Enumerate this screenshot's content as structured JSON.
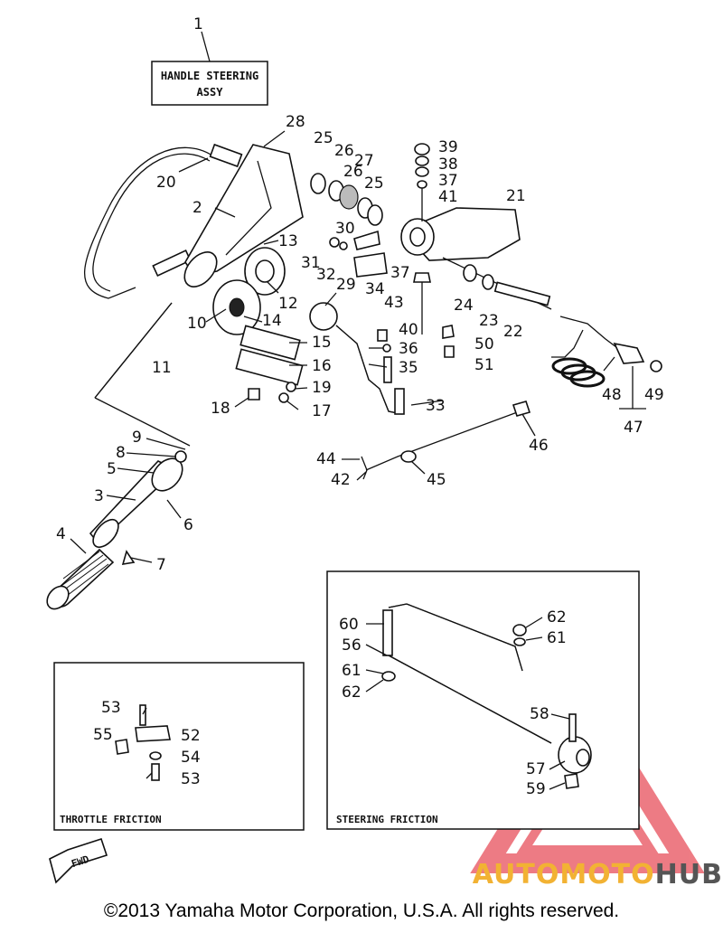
{
  "title_box": {
    "line1": "HANDLE STEERING",
    "line2": "ASSY"
  },
  "sub_assemblies": {
    "throttle_friction": "THROTTLE FRICTION",
    "steering_friction": "STEERING FRICTION"
  },
  "fwd_label": "FWD",
  "copyright": "©2013 Yamaha Motor Corporation, U.S.A. All rights reserved.",
  "watermark": {
    "part1": "AUTO",
    "part2": "MOTO",
    "part3": "HUB"
  },
  "colors": {
    "watermark_red": "#e8505b",
    "watermark_gold": "#f2b233",
    "watermark_gray": "#555555"
  },
  "callouts": [
    "1",
    "2",
    "3",
    "4",
    "5",
    "6",
    "7",
    "8",
    "9",
    "10",
    "11",
    "12",
    "13",
    "14",
    "15",
    "16",
    "17",
    "18",
    "19",
    "20",
    "21",
    "22",
    "23",
    "24",
    "25",
    "25",
    "26",
    "26",
    "27",
    "28",
    "29",
    "30",
    "31",
    "32",
    "33",
    "34",
    "35",
    "36",
    "37",
    "37",
    "38",
    "39",
    "40",
    "41",
    "42",
    "43",
    "44",
    "45",
    "46",
    "47",
    "48",
    "49",
    "50",
    "51",
    "52",
    "53",
    "53",
    "54",
    "55",
    "56",
    "57",
    "58",
    "59",
    "60",
    "61",
    "61",
    "62",
    "62"
  ]
}
